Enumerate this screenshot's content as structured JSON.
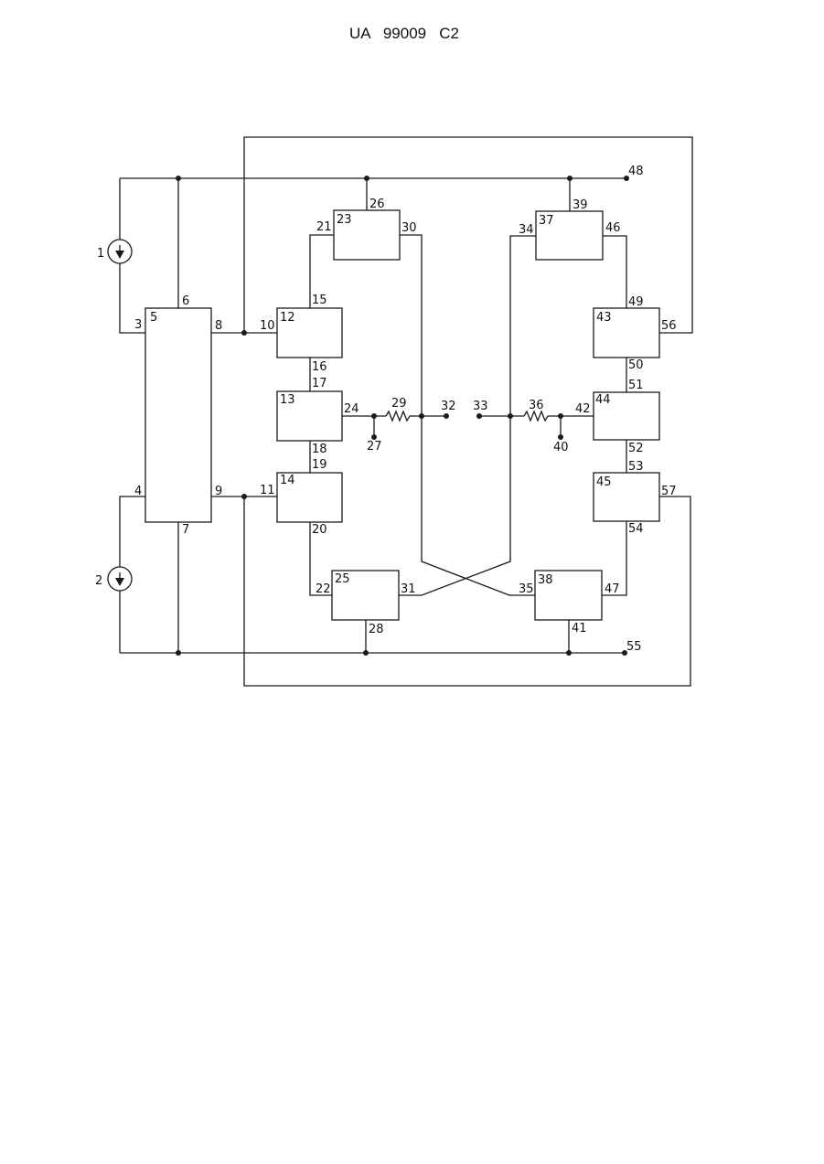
{
  "header": {
    "patent_number": "UA   99009   C2"
  },
  "diagram": {
    "labels": {
      "n1": "1",
      "n2": "2",
      "n3": "3",
      "n4": "4",
      "n5": "5",
      "n6": "6",
      "n7": "7",
      "n8": "8",
      "n9": "9",
      "n10": "10",
      "n11": "11",
      "n12": "12",
      "n13": "13",
      "n14": "14",
      "n15": "15",
      "n16": "16",
      "n17": "17",
      "n18": "18",
      "n19": "19",
      "n20": "20",
      "n21": "21",
      "n22": "22",
      "n23": "23",
      "n24": "24",
      "n25": "25",
      "n26": "26",
      "n27": "27",
      "n28": "28",
      "n29": "29",
      "n30": "30",
      "n31": "31",
      "n32": "32",
      "n33": "33",
      "n34": "34",
      "n35": "35",
      "n36": "36",
      "n37": "37",
      "n38": "38",
      "n39": "39",
      "n40": "40",
      "n41": "41",
      "n42": "42",
      "n43": "43",
      "n44": "44",
      "n45": "45",
      "n46": "46",
      "n47": "47",
      "n48": "48",
      "n49": "49",
      "n50": "50",
      "n51": "51",
      "n52": "52",
      "n53": "53",
      "n54": "54",
      "n55": "55",
      "n56": "56",
      "n57": "57"
    }
  }
}
